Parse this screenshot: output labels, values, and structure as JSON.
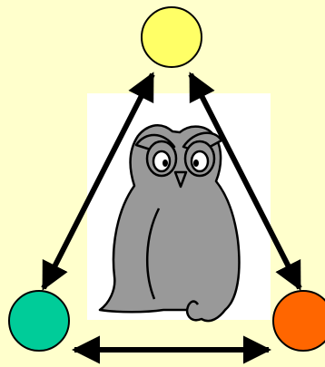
{
  "diagram": {
    "background": "#ffffcc",
    "nodes": [
      {
        "id": "top",
        "color": "#ffff66"
      },
      {
        "id": "left",
        "color": "#00cc99"
      },
      {
        "id": "right",
        "color": "#ff6600"
      }
    ],
    "edges": [
      {
        "from": "top",
        "to": "left",
        "direction": "both"
      },
      {
        "from": "top",
        "to": "right",
        "direction": "both"
      },
      {
        "from": "left",
        "to": "right",
        "direction": "both"
      }
    ],
    "center_image": {
      "icon": "owl-icon",
      "body_color": "#999999",
      "panel_color": "#ffffff"
    }
  }
}
